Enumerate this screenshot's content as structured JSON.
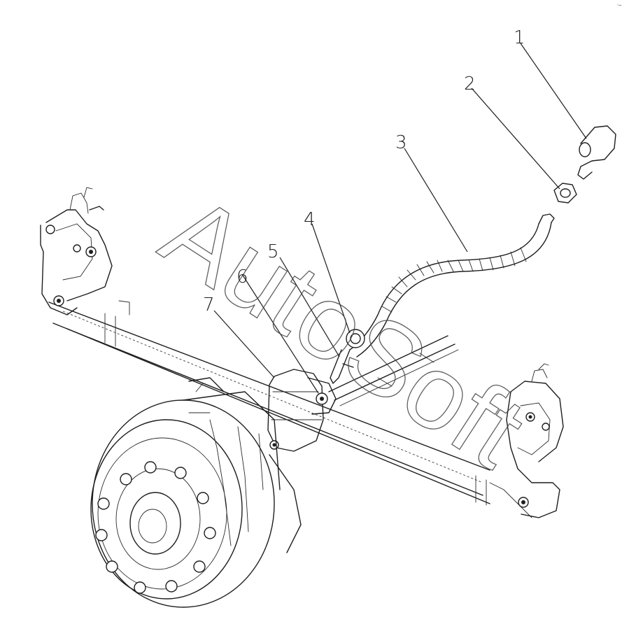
{
  "watermark": "AutoSoft",
  "callouts": [
    {
      "label": "1",
      "name": "callout-1"
    },
    {
      "label": "2",
      "name": "callout-2"
    },
    {
      "label": "3",
      "name": "callout-3"
    },
    {
      "label": "4",
      "name": "callout-4"
    },
    {
      "label": "5",
      "name": "callout-5"
    },
    {
      "label": "6",
      "name": "callout-6"
    },
    {
      "label": "7",
      "name": "callout-7"
    }
  ]
}
